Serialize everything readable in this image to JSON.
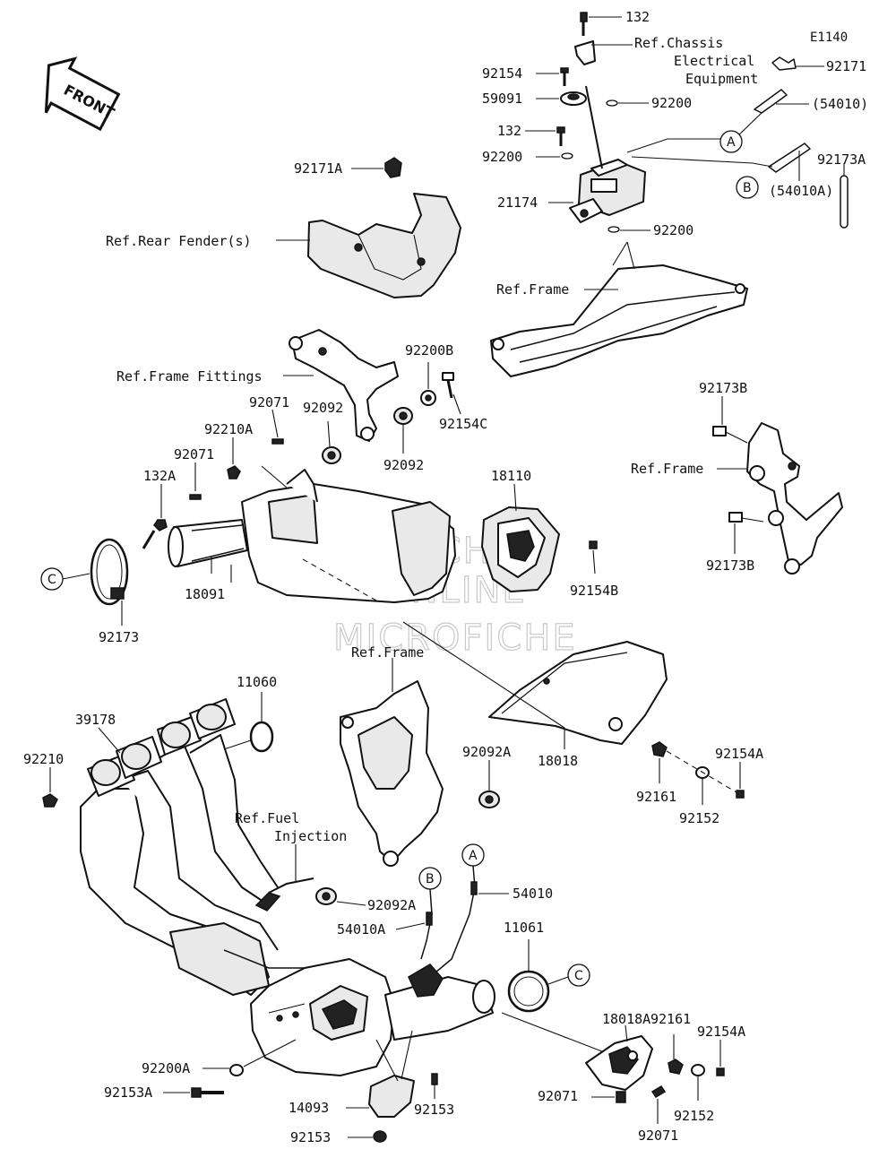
{
  "diagram_code": "E1140",
  "front_arrow": "FRONT",
  "watermark": {
    "line1": "FICHE",
    "line2": "ONLINE",
    "line3": "MICROFICHE"
  },
  "callouts": {
    "A": "A",
    "B": "B",
    "C": "C"
  },
  "labels": {
    "p132_top": "132",
    "ref_chassis_1": "Ref.Chassis",
    "ref_chassis_2": "Electrical",
    "ref_chassis_3": "Equipment",
    "p92171": "92171",
    "p92154": "92154",
    "p59091": "59091",
    "p92200_a": "92200",
    "p54010_paren": "(54010)",
    "p132_mid": "132",
    "p92200_b": "92200",
    "p92173A": "92173A",
    "p92171A": "92171A",
    "p21174": "21174",
    "p54010A_paren": "(54010A)",
    "p92200_c": "92200",
    "ref_rear_fender": "Ref.Rear Fender(s)",
    "ref_frame_top": "Ref.Frame",
    "ref_frame_fittings": "Ref.Frame Fittings",
    "p92200B": "92200B",
    "p92071_a": "92071",
    "p92092_a": "92092",
    "p92210A": "92210A",
    "p92154C": "92154C",
    "p92173B_top": "92173B",
    "p92071_b": "92071",
    "p92092_b": "92092",
    "p18110": "18110",
    "ref_frame_right": "Ref.Frame",
    "p132A": "132A",
    "p92154B": "92154B",
    "p18091": "18091",
    "p92173B_bot": "92173B",
    "p92173": "92173",
    "ref_frame_mid": "Ref.Frame",
    "p11060": "11060",
    "p39178": "39178",
    "p92210": "92210",
    "p92092A_top": "92092A",
    "p18018": "18018",
    "p92154A_top": "92154A",
    "p92161_top": "92161",
    "p92152_top": "92152",
    "ref_fuel_1": "Ref.Fuel",
    "ref_fuel_2": "Injection",
    "p54010": "54010",
    "p92092A_bot": "92092A",
    "p54010A": "54010A",
    "p11061": "11061",
    "p18018A": "18018A",
    "p92161_bot": "92161",
    "p92154A_bot": "92154A",
    "p92200A": "92200A",
    "p92153A": "92153A",
    "p92071_c": "92071",
    "p92152_bot": "92152",
    "p14093": "14093",
    "p92153_a": "92153",
    "p92153_b": "92153",
    "p92071_d": "92071"
  }
}
